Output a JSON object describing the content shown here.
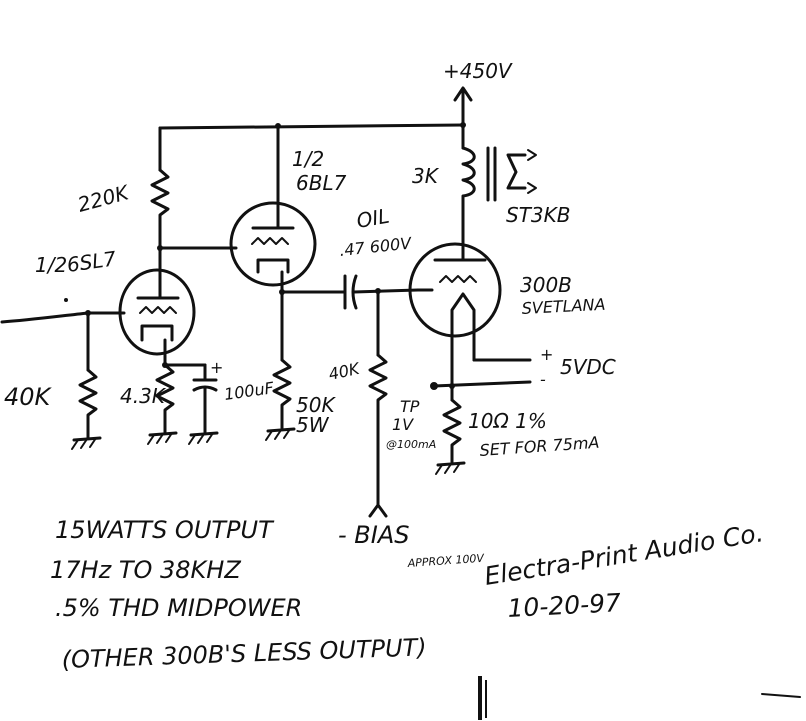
{
  "colors": {
    "ink": "#111111",
    "paper": "#ffffff"
  },
  "supply": {
    "label": "+450V"
  },
  "tube_v1": {
    "label_half": "1/2",
    "label_type": "6SL7"
  },
  "tube_v2": {
    "label_half": "1/2",
    "label_type": "6BL7"
  },
  "tube_v3": {
    "label_type": "300B",
    "label_brand": "SVETLANA"
  },
  "components": {
    "r_plate_v1": "220K",
    "r_grid_v1": "40K",
    "r_cathode_v1": "4.3K",
    "c_cathode_v1": "100uF",
    "c_cathode_v1_plus": "+",
    "r_cathode_v2": "50K",
    "r_cathode_v2_rating": "5W",
    "c_coupling_type": "OIL",
    "c_coupling_value": ".47 600V",
    "r_grid_v3": "40K",
    "r_sense": "10Ω 1%",
    "tp_label": "TP",
    "tp_voltage": "1V",
    "tp_current": "@100mA",
    "set_for": "SET FOR 75mA",
    "transformer_primary": "3K",
    "transformer_model": "ST3KB",
    "filament_plus": "+",
    "filament_minus": "-",
    "filament_label": "5VDC"
  },
  "bias": {
    "label": "- BIAS",
    "approx": "APPROX 100V"
  },
  "specs": {
    "line1": "15WATTS OUTPUT",
    "line2": "17Hz TO 38KHZ",
    "line3": ".5% THD MIDPOWER",
    "line4": "(OTHER 300B'S LESS OUTPUT)"
  },
  "signature": {
    "company": "Electra-Print Audio Co.",
    "date": "10-20-97"
  }
}
